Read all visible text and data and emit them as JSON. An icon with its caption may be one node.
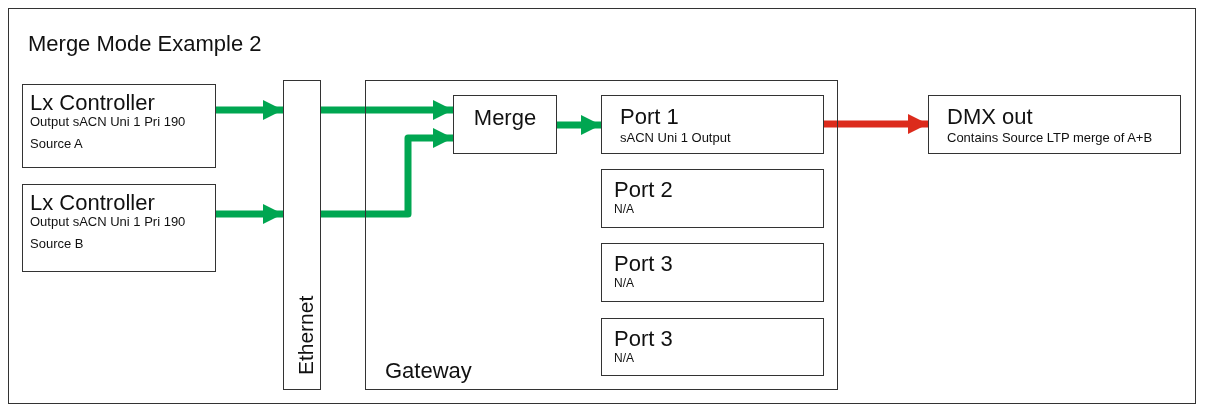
{
  "diagram": {
    "title": "Merge Mode Example 2",
    "nodes": [
      {
        "text": [
          "Lx Controller",
          "Output sACN Uni 1 Pri 190",
          "Source A"
        ]
      },
      {
        "text": [
          "Lx Controller",
          "Output sACN Uni 1 Pri 190",
          "Source B"
        ]
      },
      {
        "text": [
          "Ethernet"
        ]
      },
      {
        "text": [
          "Gateway"
        ]
      },
      {
        "text": [
          "Merge"
        ],
        "in": 3
      },
      {
        "text": [
          "Port 1",
          "sACN Uni 1 Output"
        ],
        "in": 3
      },
      {
        "text": [
          "Port 2",
          "N/A"
        ],
        "in": 3
      },
      {
        "text": [
          "Port 3",
          "N/A"
        ],
        "in": 3
      },
      {
        "text": [
          "Port 3",
          "N/A"
        ],
        "in": 3
      },
      {
        "text": [
          "DMX out",
          "Contains Source LTP merge of A+B"
        ]
      }
    ],
    "edges": [
      {
        "from": 0,
        "to": 2,
        "arrow": "to"
      },
      {
        "from": 1,
        "to": 2,
        "arrow": "to"
      },
      {
        "from": 2,
        "to": 4,
        "arrow": "to"
      },
      {
        "from": 2,
        "to": 4,
        "arrow": "to"
      },
      {
        "from": 4,
        "to": 5,
        "arrow": "to"
      },
      {
        "from": 5,
        "to": 9,
        "arrow": "to",
        "color": "#dc2b1c"
      }
    ]
  }
}
